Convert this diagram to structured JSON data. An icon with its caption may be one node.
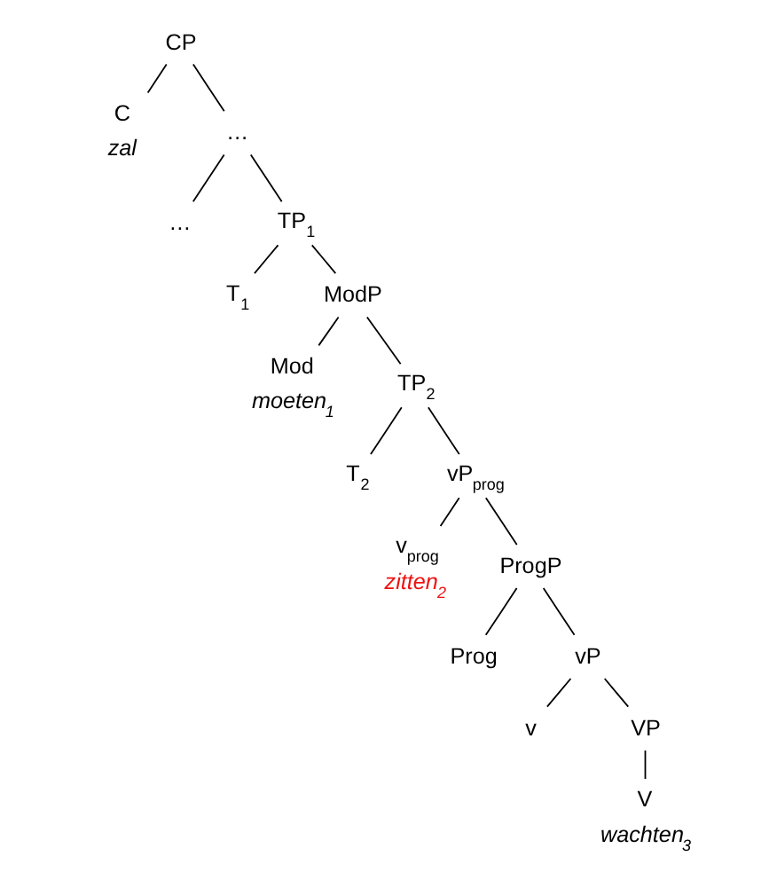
{
  "diagram": {
    "nodes": [
      {
        "text": [
          "CP"
        ]
      },
      {
        "text": [
          "C",
          "zal"
        ]
      },
      {
        "text": [
          "…"
        ]
      },
      {
        "text": [
          "…"
        ]
      },
      {
        "text": [
          "TP$_{1}$"
        ]
      },
      {
        "text": [
          "T$_{1}$"
        ]
      },
      {
        "text": [
          "ModP"
        ]
      },
      {
        "text": [
          "Mod",
          "moeten$_{1}$"
        ]
      },
      {
        "text": [
          "TP$_{2}$"
        ]
      },
      {
        "text": [
          "T$_{2}$"
        ]
      },
      {
        "text": [
          "vP$_{prog}$"
        ]
      },
      {
        "text": [
          "v$_{prog}$",
          "zitten$_{2}$"
        ]
      },
      {
        "text": [
          "ProgP"
        ]
      },
      {
        "text": [
          "Prog"
        ]
      },
      {
        "text": [
          "vP"
        ]
      },
      {
        "text": [
          "v"
        ]
      },
      {
        "text": [
          "VP"
        ]
      },
      {
        "text": [
          "V",
          "wachten$_{3}$"
        ]
      }
    ],
    "edges": [
      {
        "from": 0,
        "to": 1,
        "arrow": "none"
      },
      {
        "from": 0,
        "to": 2,
        "arrow": "none"
      },
      {
        "from": 2,
        "to": 3,
        "arrow": "none"
      },
      {
        "from": 2,
        "to": 4,
        "arrow": "none"
      },
      {
        "from": 4,
        "to": 5,
        "arrow": "none"
      },
      {
        "from": 4,
        "to": 6,
        "arrow": "none"
      },
      {
        "from": 6,
        "to": 7,
        "arrow": "none"
      },
      {
        "from": 6,
        "to": 8,
        "arrow": "none"
      },
      {
        "from": 8,
        "to": 9,
        "arrow": "none"
      },
      {
        "from": 8,
        "to": 10,
        "arrow": "none"
      },
      {
        "from": 10,
        "to": 11,
        "arrow": "none"
      },
      {
        "from": 10,
        "to": 12,
        "arrow": "none"
      },
      {
        "from": 12,
        "to": 13,
        "arrow": "none"
      },
      {
        "from": 12,
        "to": 14,
        "arrow": "none"
      },
      {
        "from": 14,
        "to": 15,
        "arrow": "none"
      },
      {
        "from": 14,
        "to": 16,
        "arrow": "none"
      },
      {
        "from": 16,
        "to": 17,
        "arrow": "none"
      }
    ]
  }
}
